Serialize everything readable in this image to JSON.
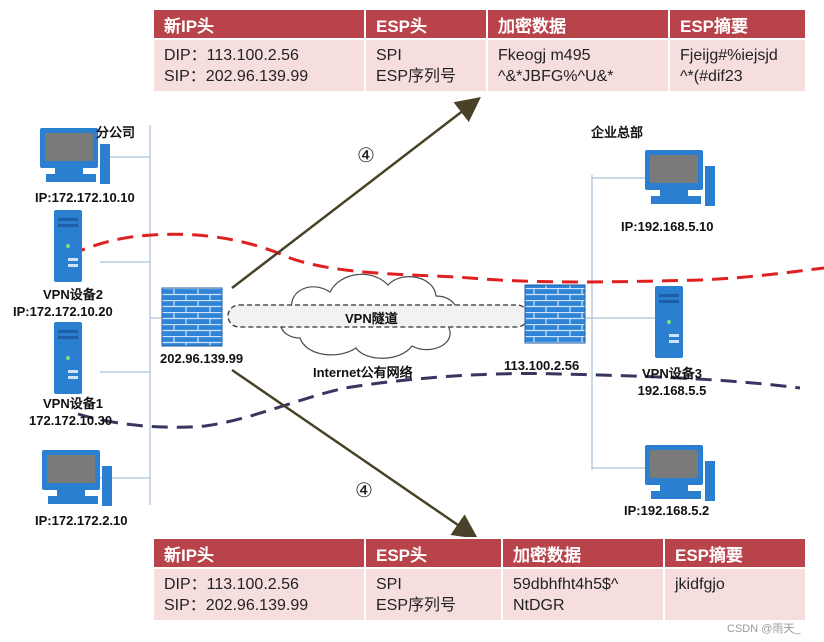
{
  "top_table": {
    "headers": [
      "新IP头",
      "ESP头",
      "加密数据",
      "ESP摘要"
    ],
    "row": [
      [
        "DIP：113.100.2.56",
        "SIP：202.96.139.99"
      ],
      [
        "SPI",
        "ESP序列号"
      ],
      [
        "Fkeogj m495",
        "^&*JBFG%^U&*"
      ],
      [
        "Fjeijg#%iejsjd",
        "^*(#dif23"
      ]
    ]
  },
  "bottom_table": {
    "headers": [
      "新IP头",
      "ESP头",
      "加密数据",
      "ESP摘要"
    ],
    "row": [
      [
        "DIP：113.100.2.56",
        "SIP：202.96.139.99"
      ],
      [
        "SPI",
        "ESP序列号"
      ],
      [
        "59dbhfht4h5$^",
        "NtDGR"
      ],
      [
        "jkidfgjo"
      ]
    ]
  },
  "labels": {
    "branch": "分公司",
    "hq": "企业总部",
    "pc1_ip": "IP:172.172.10.10",
    "vpn2_name": "VPN设备2",
    "vpn2_ip": "IP:172.172.10.20",
    "vpn1_name": "VPN设备1",
    "vpn1_ip": "172.172.10.30",
    "pc2_ip": "IP:172.172.2.10",
    "fw_left_ip": "202.96.139.99",
    "fw_right_ip": "113.100.2.56",
    "hq_pc1_ip": "IP:192.168.5.10",
    "vpn3_name": "VPN设备3",
    "vpn3_ip": "192.168.5.5",
    "hq_pc2_ip": "IP:192.168.5.2",
    "tunnel": "VPN隧道",
    "internet": "Internet公有网络",
    "step_top": "④",
    "step_bottom": "④"
  },
  "watermark": "CSDN @雨天_",
  "colors": {
    "header_bg": "#b8434a",
    "cell_bg": "#f7dede",
    "red_path": "#e02020",
    "navy_path": "#3a3560",
    "arrow": "#4a4228",
    "device_blue": "#2a7fd1"
  }
}
